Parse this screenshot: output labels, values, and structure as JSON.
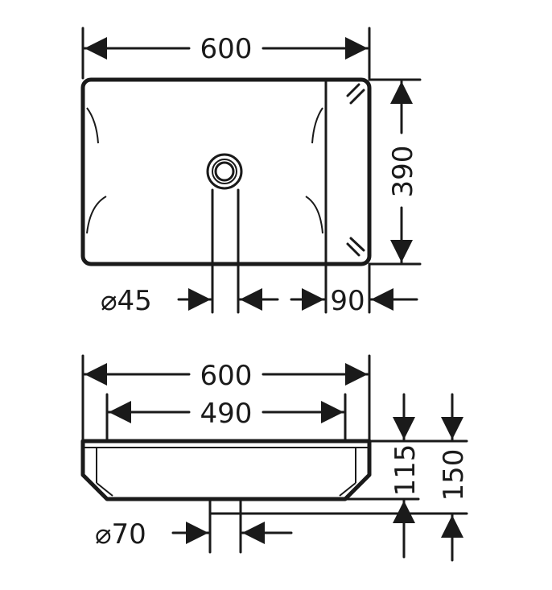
{
  "top_view": {
    "width_label": "600",
    "depth_label": "390",
    "drain_diameter_label": "⌀45",
    "deck_width_label": "90"
  },
  "side_view": {
    "width_label": "600",
    "inner_width_label": "490",
    "bowl_height_label": "115",
    "total_height_label": "150",
    "outlet_diameter_label": "⌀70"
  }
}
